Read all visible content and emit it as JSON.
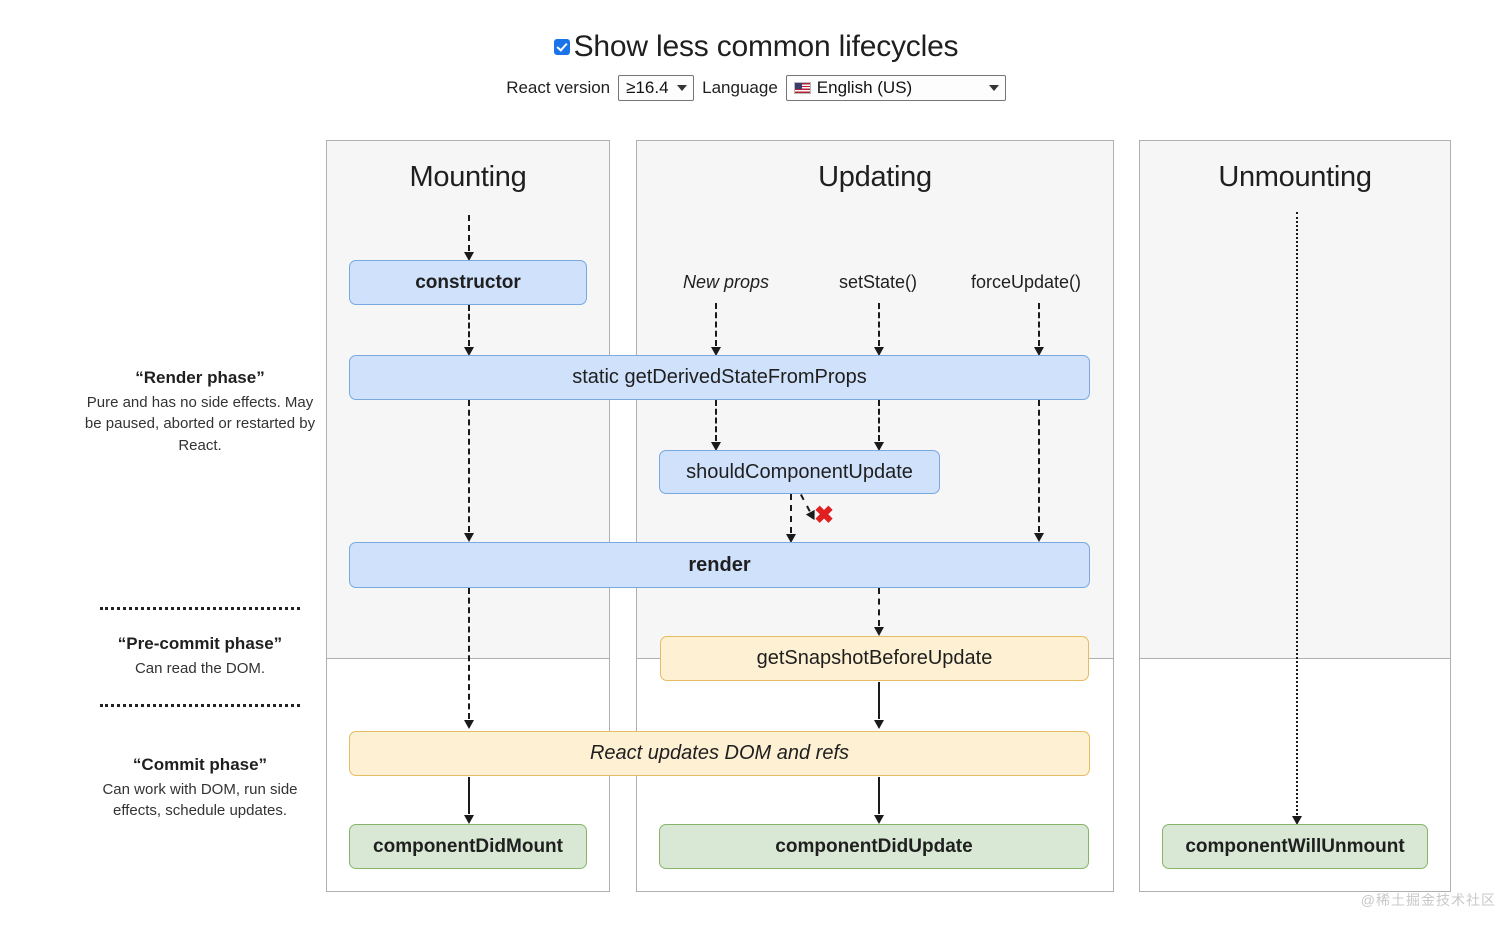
{
  "header": {
    "checkbox_label": "Show less common lifecycles",
    "checkbox_checked": true,
    "version_label": "React version",
    "version_value": "≥16.4",
    "language_label": "Language",
    "language_value": "English (US)"
  },
  "columns": [
    {
      "title": "Mounting"
    },
    {
      "title": "Updating"
    },
    {
      "title": "Unmounting"
    }
  ],
  "phases": [
    {
      "title": "“Render phase”",
      "desc": "Pure and has no side effects. May be paused, aborted or restarted by React."
    },
    {
      "title": "“Pre-commit phase”",
      "desc": "Can read the DOM."
    },
    {
      "title": "“Commit phase”",
      "desc": "Can work with DOM, run side effects, schedule updates."
    }
  ],
  "triggers": {
    "new_props": "New props",
    "set_state": "setState()",
    "force_update": "forceUpdate()"
  },
  "nodes": {
    "constructor": "constructor",
    "get_derived_state_from_props": "static getDerivedStateFromProps",
    "should_component_update": "shouldComponentUpdate",
    "render": "render",
    "get_snapshot_before_update": "getSnapshotBeforeUpdate",
    "react_updates_dom": "React updates DOM and refs",
    "component_did_mount": "componentDidMount",
    "component_did_update": "componentDidUpdate",
    "component_will_unmount": "componentWillUnmount"
  },
  "annotations": {
    "reject_mark": "✖"
  },
  "watermark": "@稀土掘金技术社区",
  "colors": {
    "blue_fill": "#cfe1fb",
    "blue_border": "#78a9e3",
    "orange_fill": "#fdf0d3",
    "orange_border": "#e6bb62",
    "green_fill": "#d8e8d4",
    "green_border": "#86b56a",
    "accent_checkbox": "#1a73e8",
    "reject_red": "#e02020",
    "panel_head": "#f6f6f6"
  }
}
